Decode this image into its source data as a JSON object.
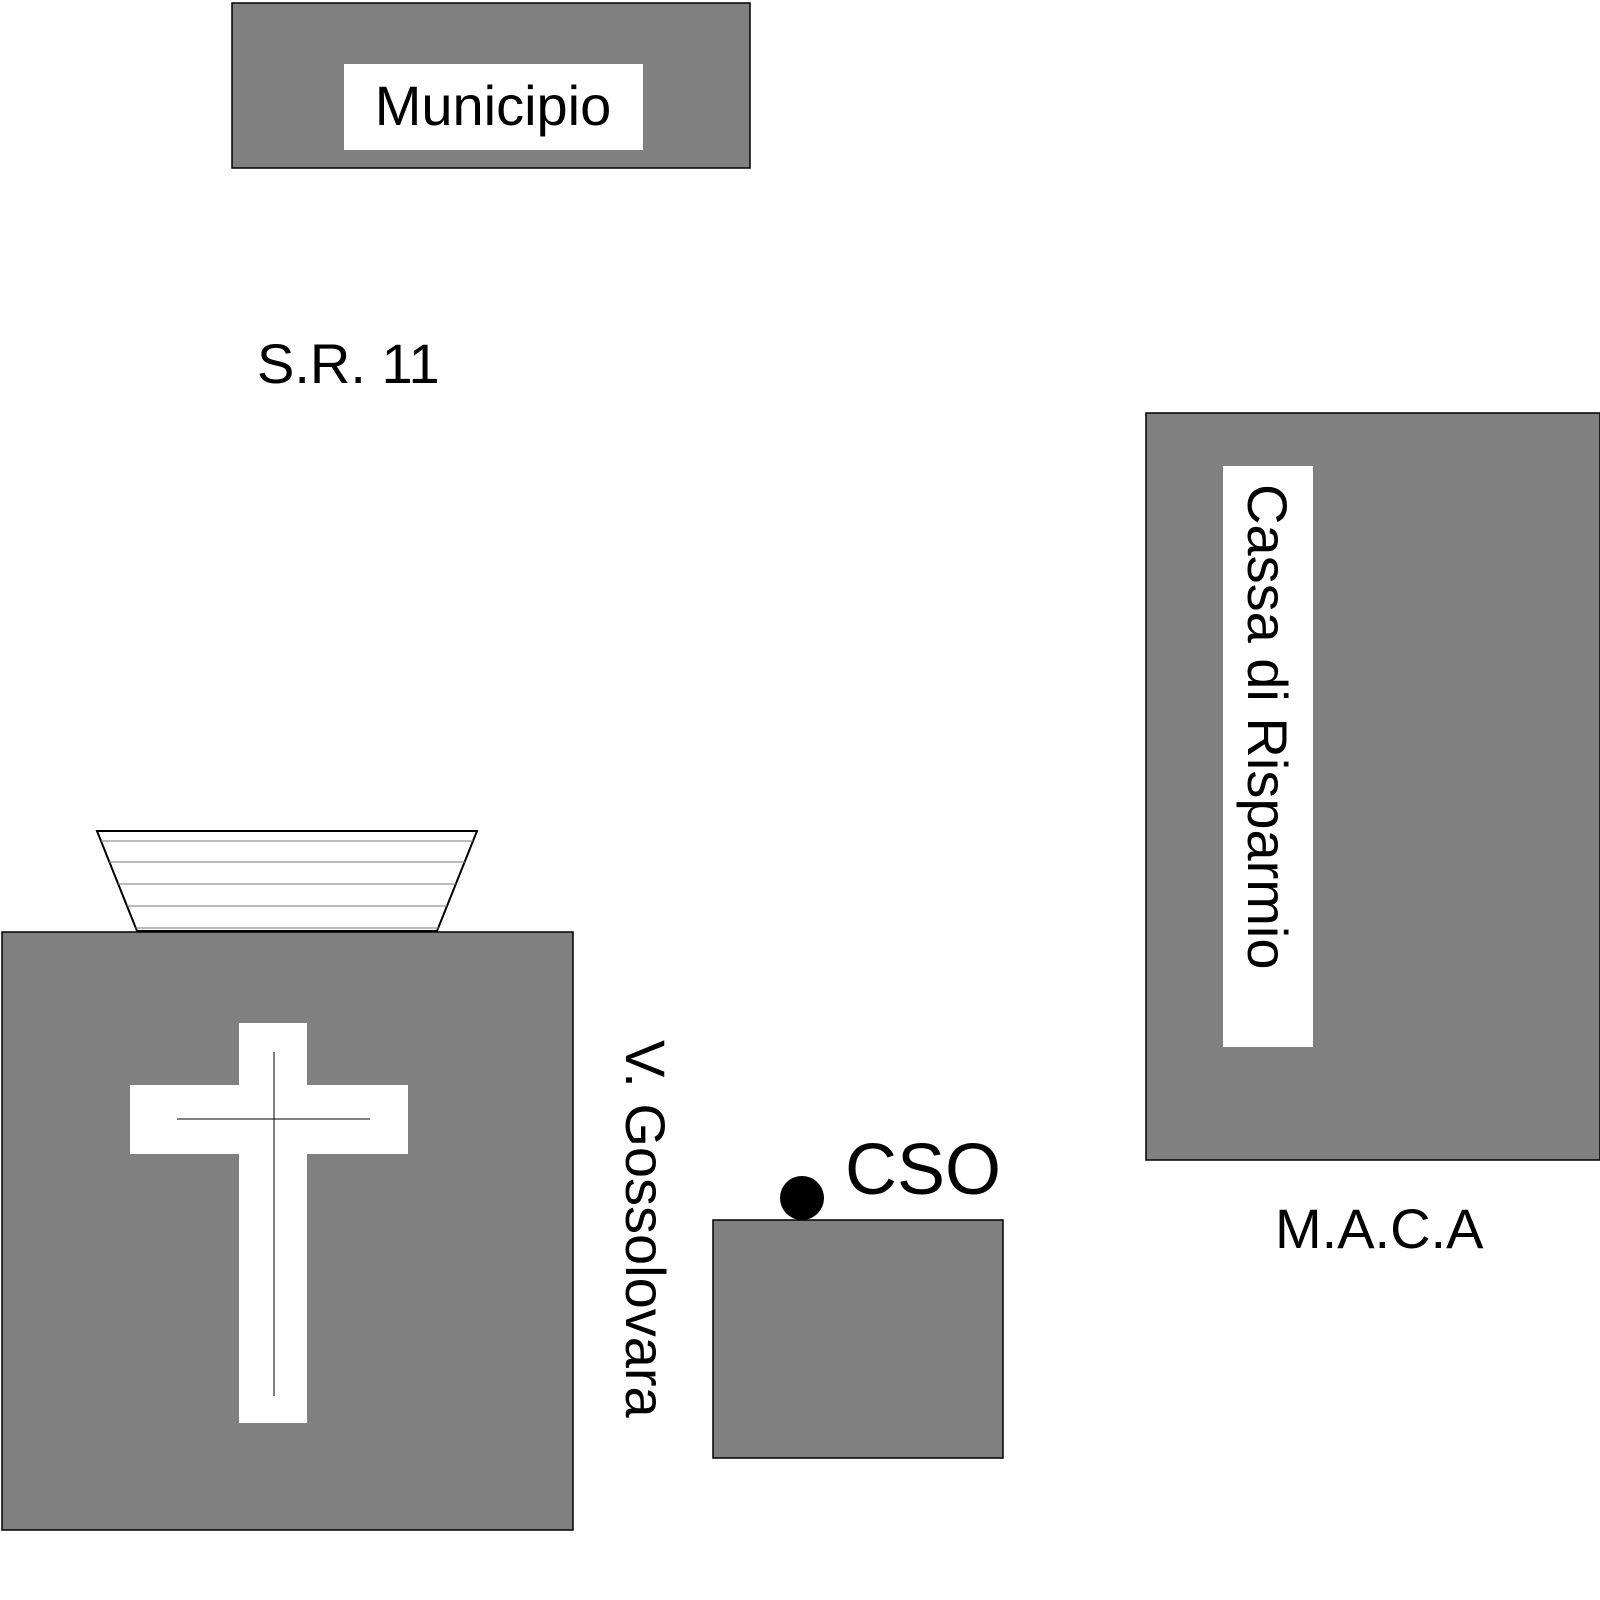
{
  "colors": {
    "building": "#808080",
    "label_bg": "#ffffff",
    "ink": "#000000"
  },
  "buildings": {
    "municipio": "Municipio",
    "cassa": "Cassa di Risparmio",
    "church": "church-cross-icon",
    "cso": "CSO"
  },
  "streets": {
    "sr11": "S.R. 11",
    "gossolovara": "V. Gossolovara"
  },
  "labels": {
    "maca": "M.A.C.A"
  }
}
